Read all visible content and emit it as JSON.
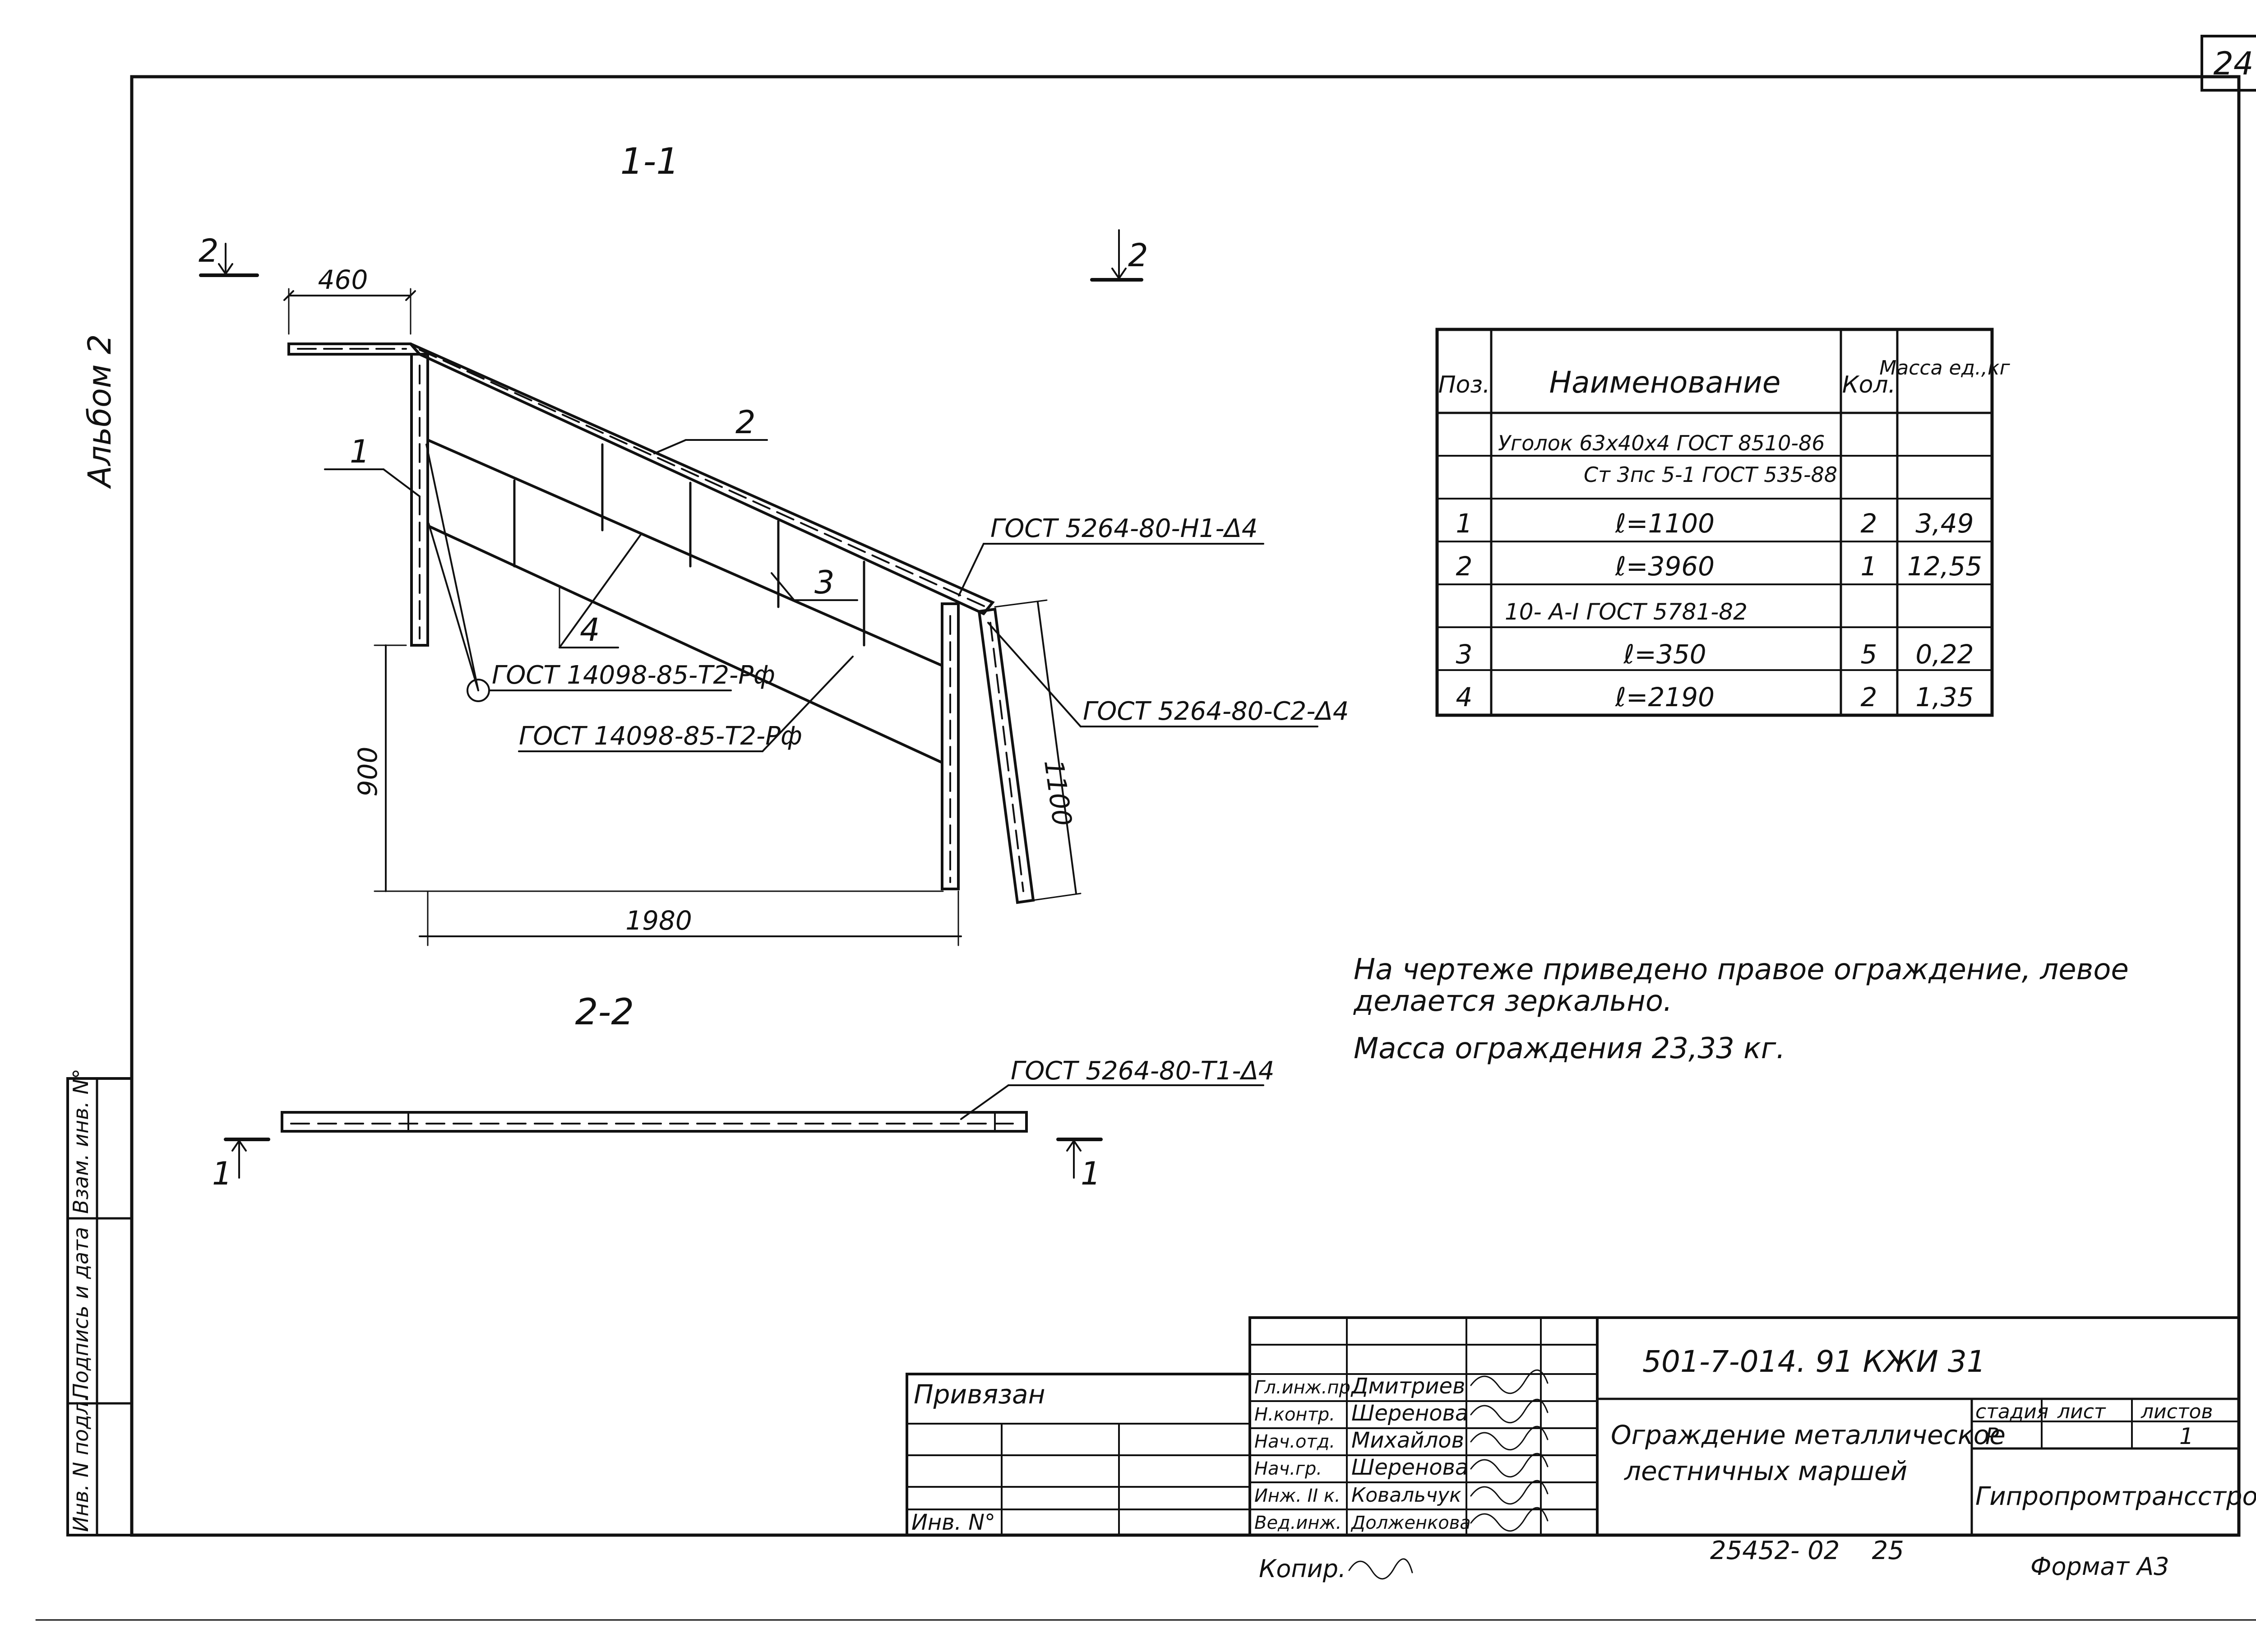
{
  "sheet_number": "24",
  "album_label": "Альбом 2",
  "section_1": "1-1",
  "section_2": "2-2",
  "cut_mark_2": "2",
  "cut_mark_1": "1",
  "dimensions": {
    "top_width": "460",
    "height": "900",
    "span": "1980",
    "post_length": "1100"
  },
  "positions": {
    "p1": "1",
    "p2": "2",
    "p3": "3",
    "p4": "4"
  },
  "welds": {
    "weld_h1": "ГОСТ 5264-80-Н1-Δ4",
    "weld_c2": "ГОСТ 5264-80-С2-Δ4",
    "weld_t2_a": "ГОСТ 14098-85-Т2-Рф",
    "weld_t2_b": "ГОСТ 14098-85-Т2-Рф",
    "weld_t1": "ГОСТ 5264-80-Т1-Δ4"
  },
  "spec_table": {
    "headers": {
      "pos": "Поз.",
      "name": "Наименование",
      "qty": "Кол.",
      "mass": "Масса ед.,кг"
    },
    "material_1a": "Уголок 63х40х4 ГОСТ 8510-86",
    "material_1b": "Ст 3пс 5-1 ГОСТ 535-88",
    "material_2": "10- А-I ГОСТ 5781-82",
    "rows": [
      {
        "pos": "1",
        "name": "ℓ=1100",
        "qty": "2",
        "mass": "3,49"
      },
      {
        "pos": "2",
        "name": "ℓ=3960",
        "qty": "1",
        "mass": "12,55"
      },
      {
        "pos": "3",
        "name": "ℓ=350",
        "qty": "5",
        "mass": "0,22"
      },
      {
        "pos": "4",
        "name": "ℓ=2190",
        "qty": "2",
        "mass": "1,35"
      }
    ]
  },
  "notes": {
    "line1": "На чертеже приведено правое ограждение, левое",
    "line2": "делается зеркально.",
    "line3": "Масса ограждения 23,33 кг."
  },
  "side_stamp": [
    "Инв. N подл.",
    "Подпись и дата",
    "Взам. инв. N°"
  ],
  "title_block": {
    "bound": "Привязан",
    "inv": "Инв. N°",
    "doc_code": "501-7-014. 91 КЖИ 31",
    "title_1": "Ограждение металлическое",
    "title_2": "лестничных маршей",
    "stage_h": "стадия",
    "sheet_h": "лист",
    "sheets_h": "листов",
    "stage": "Р",
    "sheets": "1",
    "org": "Гипропромтрансстрой",
    "roles": [
      {
        "role": "Гл.инж.пр.",
        "name": "Дмитриев"
      },
      {
        "role": "Н.контр.",
        "name": "Шеренова"
      },
      {
        "role": "Нач.отд.",
        "name": "Михайлов"
      },
      {
        "role": "Нач.гр.",
        "name": "Шеренова"
      },
      {
        "role": "Инж. II к.",
        "name": "Ковальчук"
      },
      {
        "role": "Вед.инж.",
        "name": "Долженкова"
      }
    ]
  },
  "copied_by": "Копир.",
  "archive_no": "25452- 02    25",
  "format": "Формат А3"
}
